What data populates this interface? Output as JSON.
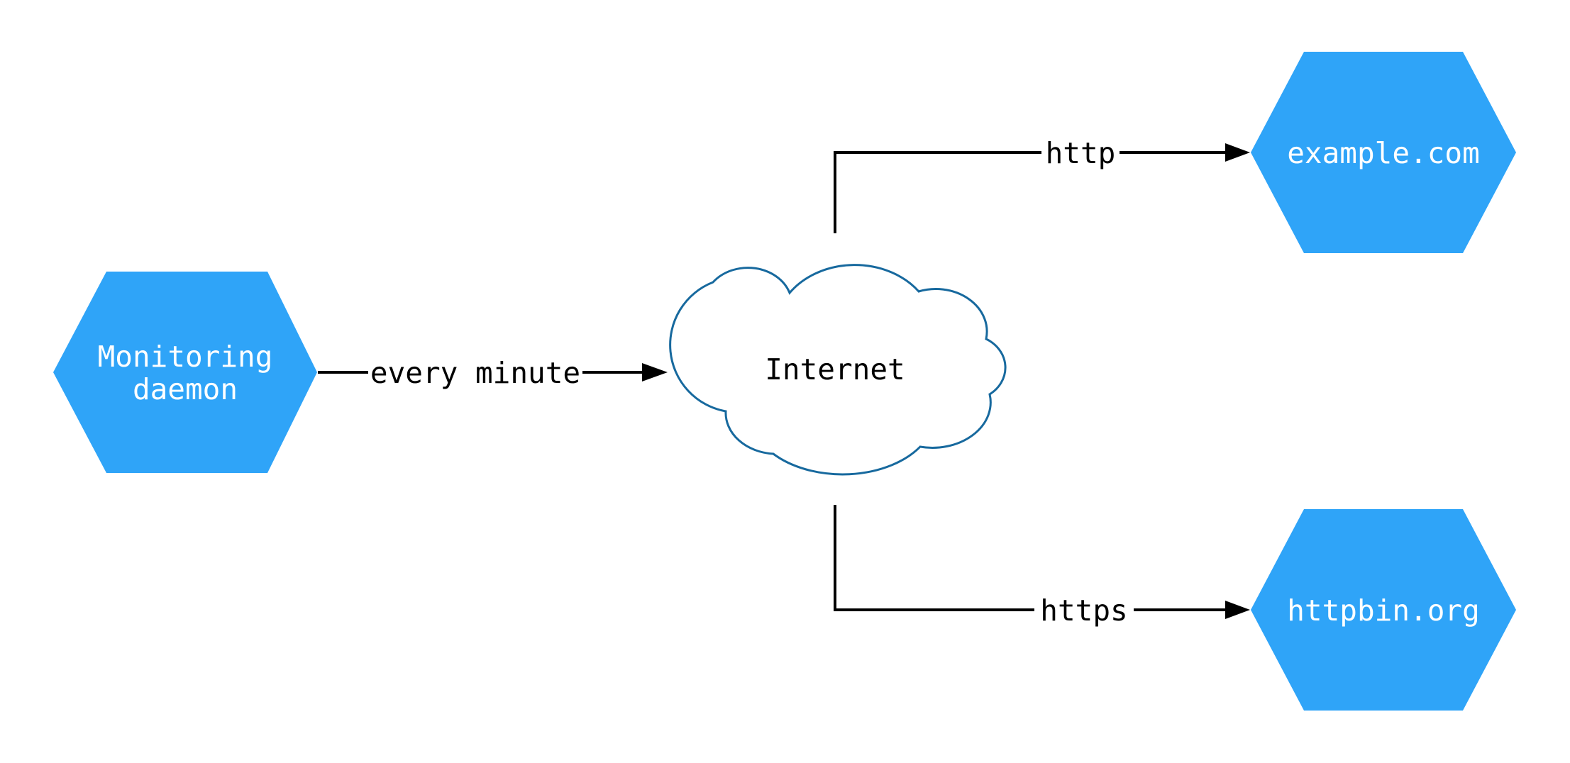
{
  "diagram": {
    "background": "#ffffff",
    "colors": {
      "node_fill": "#2fa4f8",
      "node_label": "#ffffff",
      "cloud_fill": "#ffffff",
      "cloud_stroke": "#17699e",
      "edge": "#000000",
      "edge_label": "#000000"
    },
    "nodes": {
      "monitoring": {
        "shape": "hexagon",
        "label": "Monitoring daemon",
        "line1": "Monitoring",
        "line2": "daemon"
      },
      "internet": {
        "shape": "cloud",
        "label": "Internet"
      },
      "example": {
        "shape": "hexagon",
        "label": "example.com"
      },
      "httpbin": {
        "shape": "hexagon",
        "label": "httpbin.org"
      }
    },
    "edges": [
      {
        "from": "monitoring",
        "to": "internet",
        "label": "every minute"
      },
      {
        "from": "internet",
        "to": "example",
        "label": "http"
      },
      {
        "from": "internet",
        "to": "httpbin",
        "label": "https"
      }
    ]
  }
}
